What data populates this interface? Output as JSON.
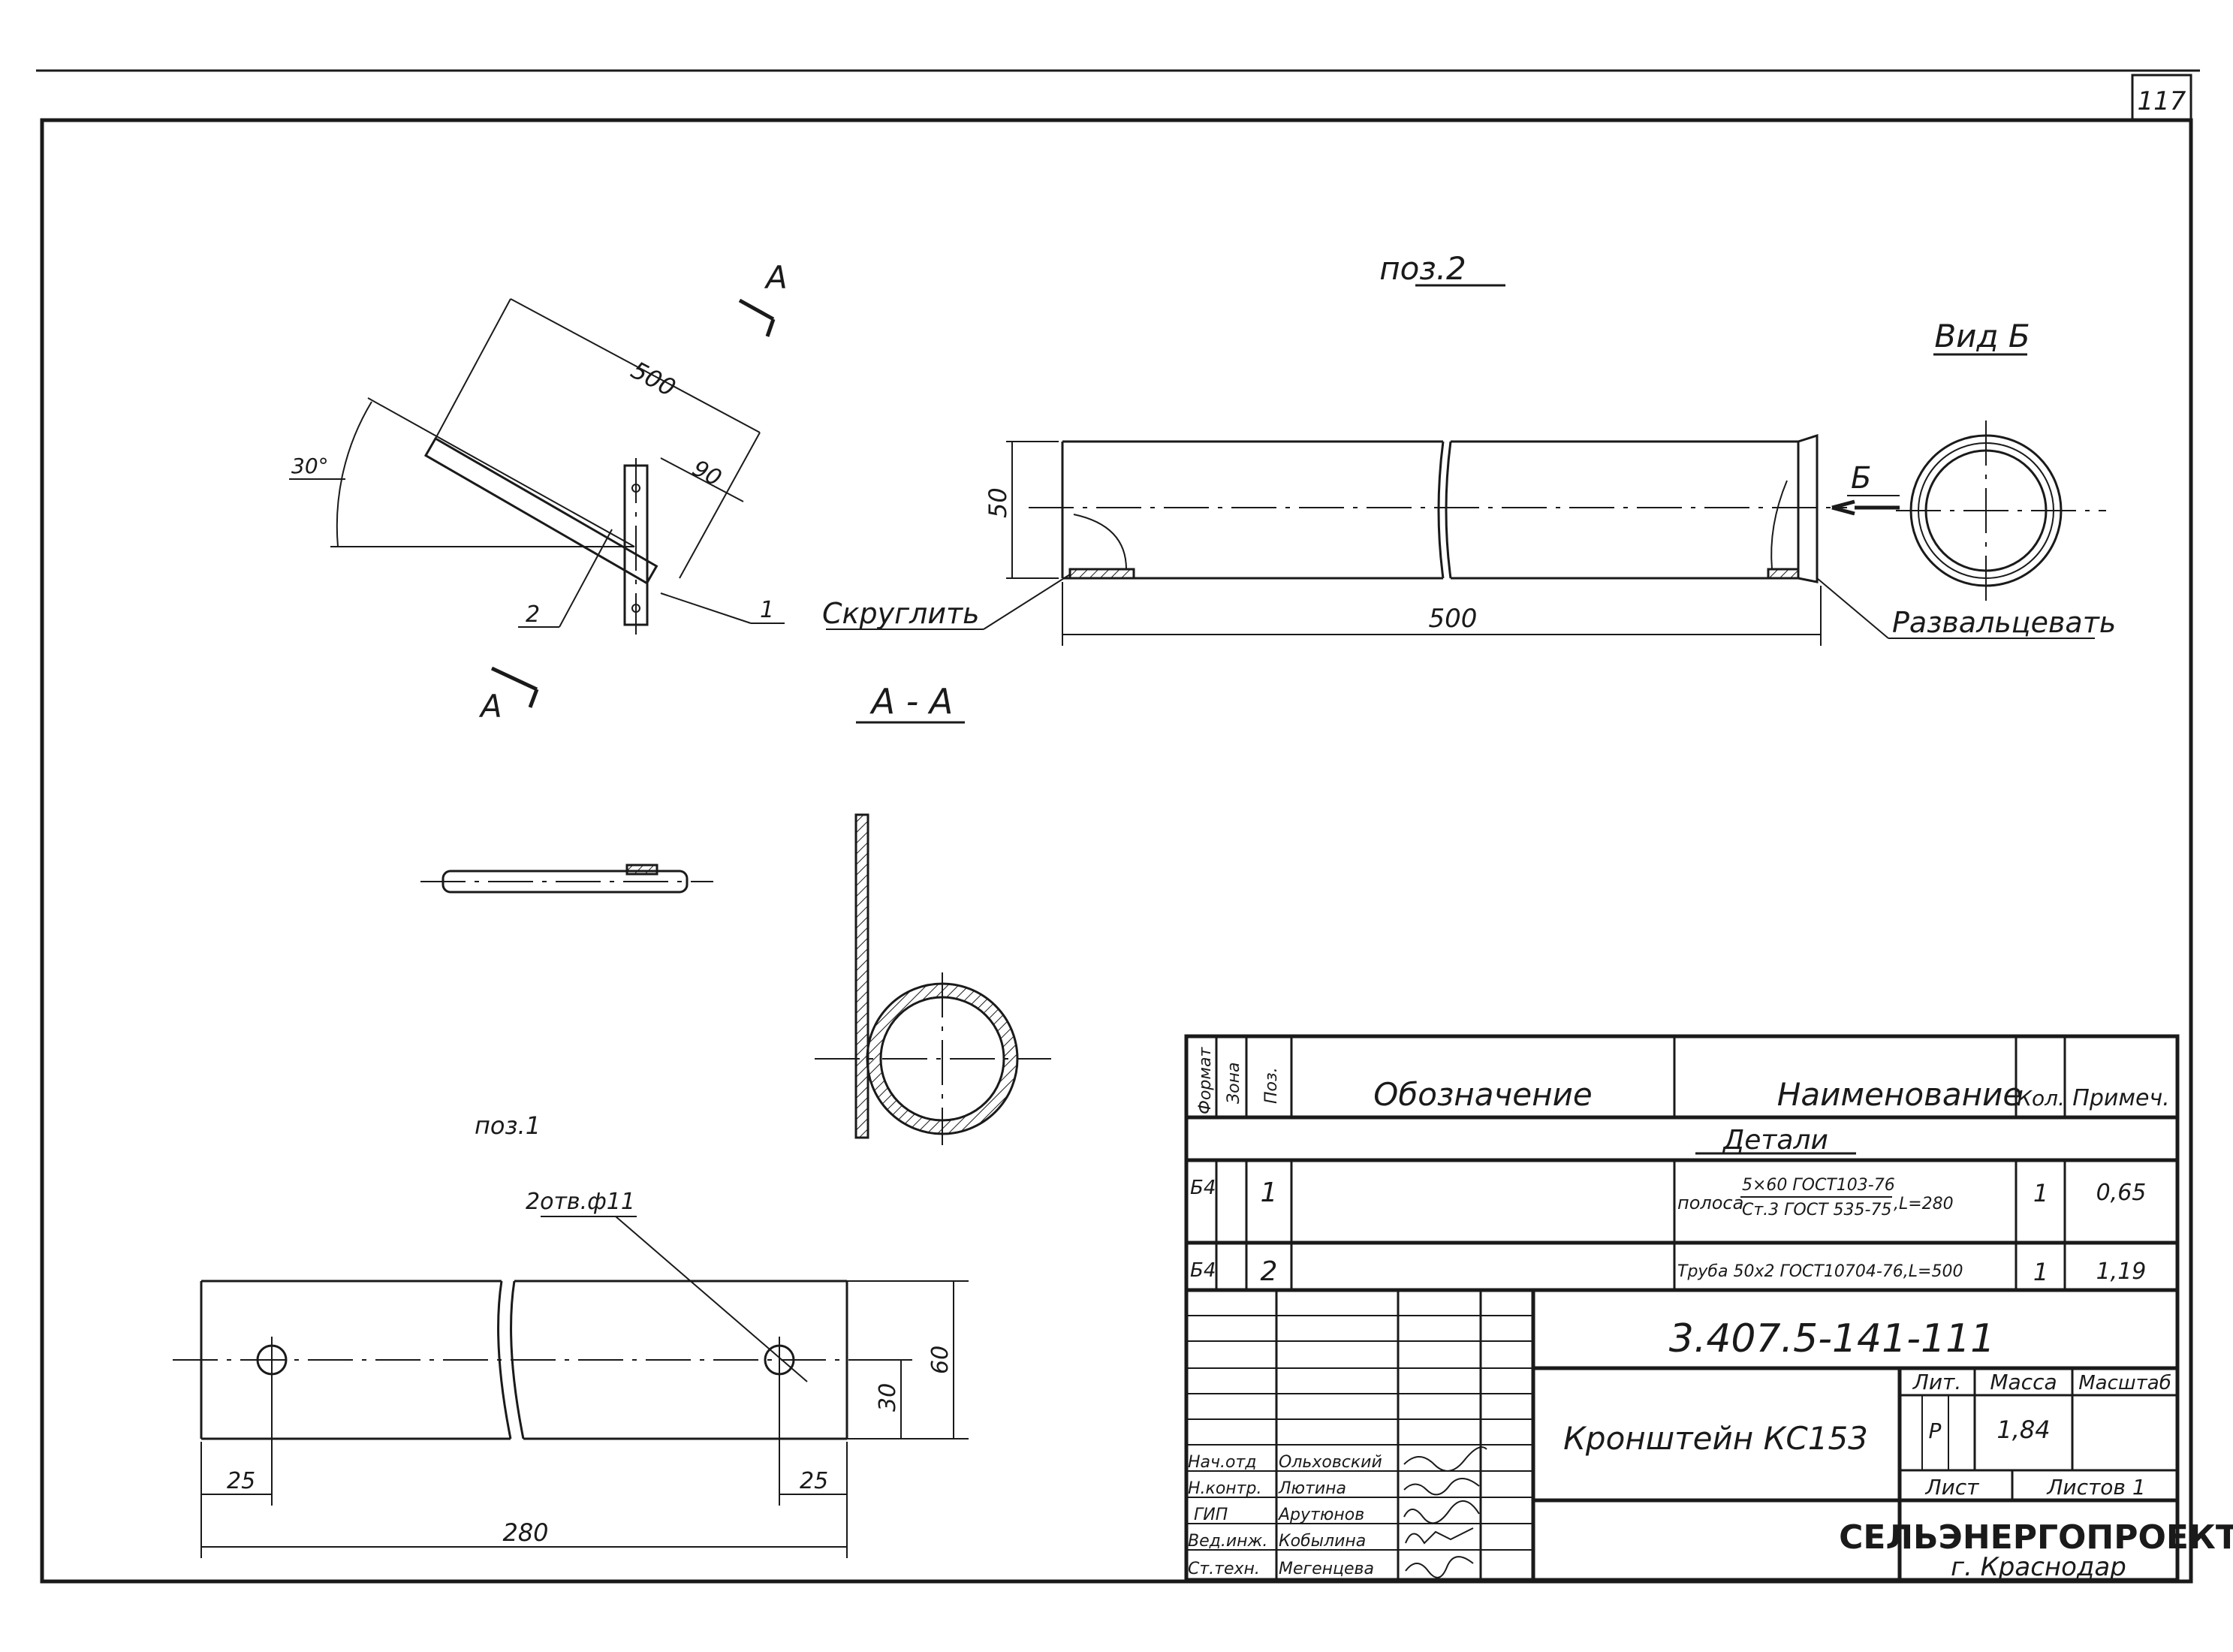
{
  "sheet_number": "117",
  "labels": {
    "section_marker": "А",
    "poz2_title": "поз.2",
    "view_b_title": "Вид Б",
    "section_aa_title": "А - А",
    "poz1_title": "поз.1",
    "view_b_marker": "Б",
    "round_note": "Скруглить",
    "flare_note": "Развальцевать",
    "holes_note": "2отв.ф11",
    "angle_30": "30°",
    "leader_1": "1",
    "leader_2": "2"
  },
  "dims": {
    "assembly_len": "500",
    "assembly_90": "90",
    "tube_dia": "50",
    "tube_len": "500",
    "plate_60": "60",
    "plate_30": "30",
    "plate_25_left": "25",
    "plate_25_right": "25",
    "plate_280": "280"
  },
  "spec_table": {
    "headers": {
      "format": "Формат",
      "zone": "Зона",
      "pos": "Поз.",
      "designation": "Обозначение",
      "name": "Наименование",
      "qty": "Кол.",
      "note": "Примеч."
    },
    "section": "Детали",
    "rows": [
      {
        "format": "Б4",
        "pos": "1",
        "name_prefix": "полоса",
        "name_top": "5×60 ГОСТ103-76",
        "name_bottom": "Ст.3 ГОСТ 535-75",
        "name_suffix": ",L=280",
        "qty": "1",
        "note": "0,65"
      },
      {
        "format": "Б4",
        "pos": "2",
        "name": "Труба 50х2 ГОСТ10704-76,L=500",
        "qty": "1",
        "note": "1,19"
      }
    ]
  },
  "title_block": {
    "document_code": "3.407.5-141-111",
    "item_name": "Кронштейн КС153",
    "lit_label": "Лит.",
    "mass_label": "Масса",
    "scale_label": "Масштаб",
    "lit_value": "Р",
    "mass_value": "1,84",
    "sheet_label": "Лист",
    "sheets_label": "Листов 1",
    "org_name": "СЕЛЬЭНЕРГОПРОЕКТ",
    "org_city": "г. Краснодар",
    "staff": [
      {
        "role": "Нач.отд",
        "name": "Ольховский"
      },
      {
        "role": "Н.контр.",
        "name": "Лютина"
      },
      {
        "role": "ГИП",
        "name": "Арутюнов"
      },
      {
        "role": "Вед.инж.",
        "name": "Кобылина"
      },
      {
        "role": "Ст.техн.",
        "name": "Мегенцева"
      }
    ]
  }
}
